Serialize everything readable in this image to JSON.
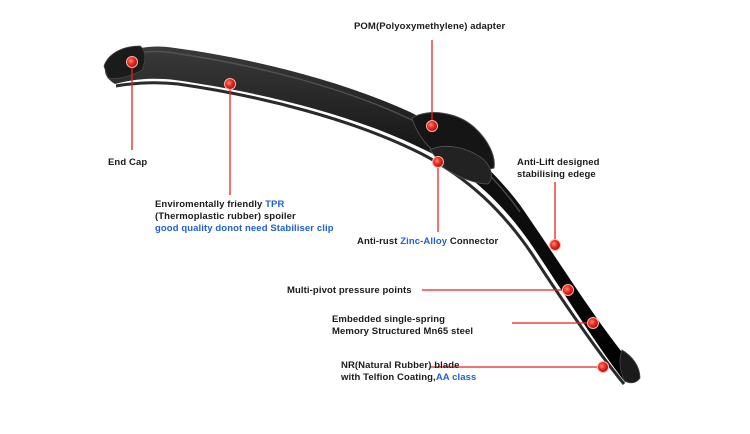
{
  "labels": {
    "pom_adapter": {
      "text": "POM(Polyoxymethylene) adapter"
    },
    "end_cap": {
      "text": "End Cap"
    },
    "anti_lift": {
      "line1": "Anti-Lift designed",
      "line2": "stabilising edege"
    },
    "spoiler": {
      "line1_prefix": "Enviromentally friendly ",
      "line1_highlight": "TPR",
      "line2": "(Thermoplastic rubber) spoiler",
      "line3_highlight": "good quality donot need Stabiliser clip"
    },
    "connector": {
      "prefix": "Anti-rust ",
      "highlight": "Zinc-Alloy",
      "suffix": " Connector"
    },
    "pivot": {
      "text": "Multi-pivot pressure points"
    },
    "spring": {
      "line1": "Embedded single-spring",
      "line2": "Memory Structured Mn65 steel"
    },
    "rubber": {
      "line1": "NR(Natural Rubber)  blade",
      "line2_prefix": "with Telfion  Coating,",
      "line2_highlight": "AA class"
    }
  },
  "colors": {
    "callout": "#e8221e",
    "highlight_text": "#1f5fd6",
    "label_text": "#1a1a1a",
    "blade": "#0c0c0c"
  }
}
